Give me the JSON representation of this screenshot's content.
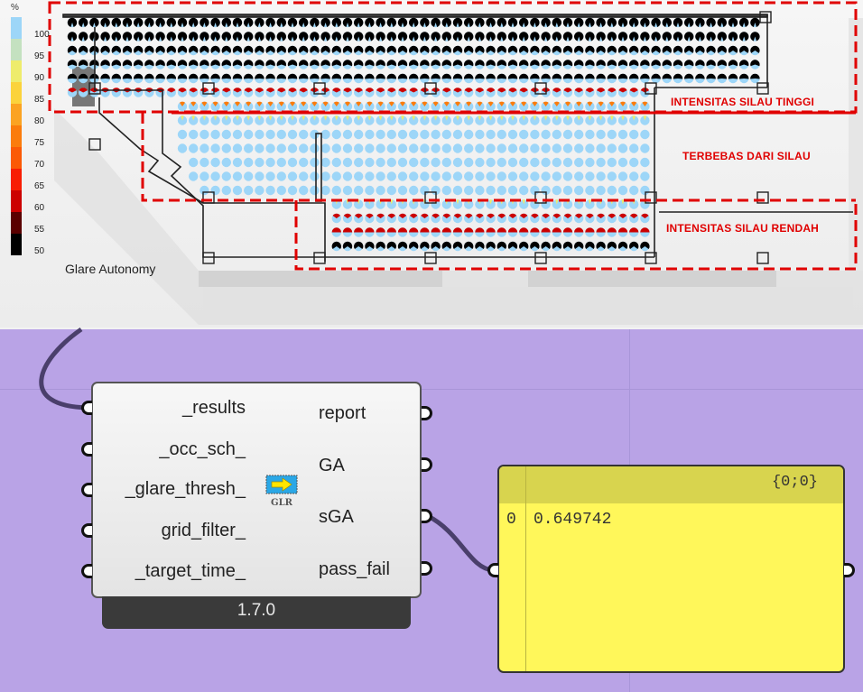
{
  "visualization": {
    "legend": {
      "unit": "%",
      "stops": [
        {
          "label": "100",
          "color": "#9dd6f8"
        },
        {
          "label": "95",
          "color": "#c4e1c0"
        },
        {
          "label": "90",
          "color": "#eeec6c"
        },
        {
          "label": "85",
          "color": "#fbd33c"
        },
        {
          "label": "80",
          "color": "#fba322"
        },
        {
          "label": "75",
          "color": "#fb7c0c"
        },
        {
          "label": "70",
          "color": "#fb5a06"
        },
        {
          "label": "65",
          "color": "#f81e04"
        },
        {
          "label": "60",
          "color": "#cc0000"
        },
        {
          "label": "55",
          "color": "#5a0000"
        },
        {
          "label": "50",
          "color": "#000000"
        }
      ]
    },
    "caption": "Glare Autonomy",
    "zones": [
      {
        "label": "INTENSITAS SILAU  TINGGI",
        "color": "#e00000"
      },
      {
        "label": "TERBEBAS DARI SILAU",
        "color": "#e00000"
      },
      {
        "label": "INTENSITAS SILAU  RENDAH",
        "color": "#e00000"
      }
    ]
  },
  "component": {
    "inputs": [
      "_results",
      "_occ_sch_",
      "_glare_thresh_",
      "grid_filter_",
      "_target_time_"
    ],
    "outputs": [
      "report",
      "GA",
      "sGA",
      "pass_fail"
    ],
    "icon_label": "GLR",
    "version": "1.7.0"
  },
  "panel": {
    "path": "{0;0}",
    "rows": [
      {
        "index": "0",
        "value": "0.649742"
      }
    ]
  },
  "colors": {
    "canvas": "#b9a3e6",
    "panel": "#fff75a",
    "panel_header": "#d8d44e",
    "zone_red": "#e00000"
  }
}
